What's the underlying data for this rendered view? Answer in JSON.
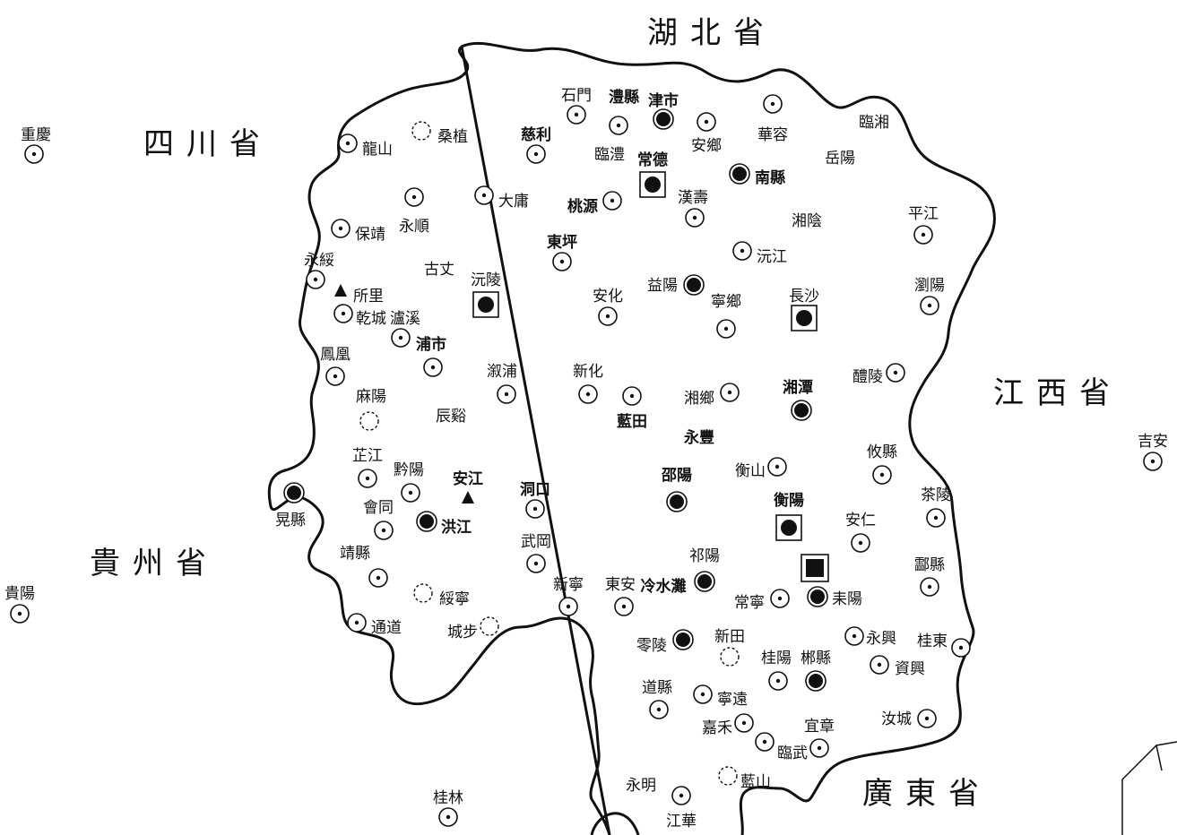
{
  "provinces": [
    {
      "id": "hubei",
      "name": "湖北省"
    },
    {
      "id": "sichuan",
      "name": "四川省"
    },
    {
      "id": "jiangxi",
      "name": "江西省"
    },
    {
      "id": "guizhou",
      "name": "貴州省"
    },
    {
      "id": "guangdong",
      "name": "廣東省"
    }
  ],
  "outside_places": [
    {
      "id": "chongqing",
      "name": "重慶",
      "symbol": "dot"
    },
    {
      "id": "guiyang",
      "name": "貴陽",
      "symbol": "dot"
    },
    {
      "id": "jian",
      "name": "吉安",
      "symbol": "dot"
    },
    {
      "id": "guilin",
      "name": "桂林",
      "symbol": "dot"
    }
  ],
  "places": [
    {
      "id": "shimen",
      "name": "石門",
      "symbol": "dot"
    },
    {
      "id": "lixian",
      "name": "澧縣",
      "symbol": "dot"
    },
    {
      "id": "jinshi",
      "name": "津市",
      "symbol": "filled"
    },
    {
      "id": "cili",
      "name": "慈利",
      "symbol": "dot"
    },
    {
      "id": "linli",
      "name": "臨澧",
      "symbol": "none"
    },
    {
      "id": "changde",
      "name": "常德",
      "symbol": "square"
    },
    {
      "id": "anxiang",
      "name": "安鄉",
      "symbol": "dot"
    },
    {
      "id": "huarong",
      "name": "華容",
      "symbol": "dot"
    },
    {
      "id": "nanxian",
      "name": "南縣",
      "symbol": "filled"
    },
    {
      "id": "linxiang",
      "name": "臨湘",
      "symbol": "none"
    },
    {
      "id": "yueyang",
      "name": "岳陽",
      "symbol": "none"
    },
    {
      "id": "longshan",
      "name": "龍山",
      "symbol": "dot"
    },
    {
      "id": "sangzhi",
      "name": "桑植",
      "symbol": "dashed"
    },
    {
      "id": "dayong",
      "name": "大庸",
      "symbol": "dot"
    },
    {
      "id": "taoyuan",
      "name": "桃源",
      "symbol": "dot"
    },
    {
      "id": "hanshou",
      "name": "漢壽",
      "symbol": "dot"
    },
    {
      "id": "xiangyin",
      "name": "湘陰",
      "symbol": "none"
    },
    {
      "id": "pingjiang",
      "name": "平江",
      "symbol": "dot"
    },
    {
      "id": "baojing",
      "name": "保靖",
      "symbol": "dot"
    },
    {
      "id": "yongshun",
      "name": "永順",
      "symbol": "dot"
    },
    {
      "id": "yuanjiang",
      "name": "沅江",
      "symbol": "dot"
    },
    {
      "id": "yongsui",
      "name": "永綏",
      "symbol": "dot"
    },
    {
      "id": "guzhang",
      "name": "古丈",
      "symbol": "none"
    },
    {
      "id": "dongping",
      "name": "東坪",
      "symbol": "dot"
    },
    {
      "id": "suoli",
      "name": "所里",
      "symbol": "triangle"
    },
    {
      "id": "yuanling",
      "name": "沅陵",
      "symbol": "square"
    },
    {
      "id": "anhua",
      "name": "安化",
      "symbol": "dot"
    },
    {
      "id": "yiyang",
      "name": "益陽",
      "symbol": "filled"
    },
    {
      "id": "ningxiang",
      "name": "寧鄉",
      "symbol": "dot"
    },
    {
      "id": "changsha",
      "name": "長沙",
      "symbol": "square"
    },
    {
      "id": "liuyang",
      "name": "瀏陽",
      "symbol": "dot"
    },
    {
      "id": "qiancheng",
      "name": "乾城",
      "symbol": "dot"
    },
    {
      "id": "luxi",
      "name": "瀘溪",
      "symbol": "none"
    },
    {
      "id": "pushi",
      "name": "浦市",
      "symbol": "dot"
    },
    {
      "id": "fenghuang",
      "name": "鳳凰",
      "symbol": "dot"
    },
    {
      "id": "xupu",
      "name": "溆浦",
      "symbol": "dot"
    },
    {
      "id": "xinhua",
      "name": "新化",
      "symbol": "dot"
    },
    {
      "id": "liling",
      "name": "醴陵",
      "symbol": "dot"
    },
    {
      "id": "mayang",
      "name": "麻陽",
      "symbol": "dashed"
    },
    {
      "id": "chenxi",
      "name": "辰谿",
      "symbol": "dot"
    },
    {
      "id": "lantian",
      "name": "藍田",
      "symbol": "dot"
    },
    {
      "id": "xiangxiang",
      "name": "湘鄉",
      "symbol": "dot"
    },
    {
      "id": "xiangtan",
      "name": "湘潭",
      "symbol": "filled"
    },
    {
      "id": "yongfeng",
      "name": "永豐",
      "symbol": "none"
    },
    {
      "id": "zhijiang",
      "name": "芷江",
      "symbol": "dot"
    },
    {
      "id": "qianyang",
      "name": "黔陽",
      "symbol": "dot"
    },
    {
      "id": "anjiang",
      "name": "安江",
      "symbol": "triangle"
    },
    {
      "id": "dongkou",
      "name": "洞口",
      "symbol": "dot"
    },
    {
      "id": "shaoyang",
      "name": "邵陽",
      "symbol": "filled"
    },
    {
      "id": "hengshan",
      "name": "衡山",
      "symbol": "dot"
    },
    {
      "id": "youxian",
      "name": "攸縣",
      "symbol": "dot"
    },
    {
      "id": "chaling",
      "name": "茶陵",
      "symbol": "dot"
    },
    {
      "id": "huangxian",
      "name": "晃縣",
      "symbol": "filled"
    },
    {
      "id": "huitong",
      "name": "會同",
      "symbol": "dot"
    },
    {
      "id": "hongjiang",
      "name": "洪江",
      "symbol": "filled"
    },
    {
      "id": "hengyang",
      "name": "衡陽",
      "symbol": "square"
    },
    {
      "id": "anren",
      "name": "安仁",
      "symbol": "dot"
    },
    {
      "id": "wugang",
      "name": "武岡",
      "symbol": "dot"
    },
    {
      "id": "qiyang",
      "name": "祁陽",
      "symbol": "none"
    },
    {
      "id": "lingxian",
      "name": "酃縣",
      "symbol": "dot"
    },
    {
      "id": "jingxian",
      "name": "靖縣",
      "symbol": "dot"
    },
    {
      "id": "suining",
      "name": "綏寧",
      "symbol": "dashed"
    },
    {
      "id": "xinning",
      "name": "新寧",
      "symbol": "dot"
    },
    {
      "id": "dongan",
      "name": "東安",
      "symbol": "dot"
    },
    {
      "id": "lengshuitan",
      "name": "冷水灘",
      "symbol": "filled"
    },
    {
      "id": "changning",
      "name": "常寧",
      "symbol": "dot"
    },
    {
      "id": "leiyang",
      "name": "耒陽",
      "symbol": "filled"
    },
    {
      "id": "tongdao",
      "name": "通道",
      "symbol": "dot"
    },
    {
      "id": "chengbu",
      "name": "城步",
      "symbol": "dashed"
    },
    {
      "id": "lingling",
      "name": "零陵",
      "symbol": "filled"
    },
    {
      "id": "xintian",
      "name": "新田",
      "symbol": "dashed"
    },
    {
      "id": "yongxing",
      "name": "永興",
      "symbol": "dot"
    },
    {
      "id": "guidong",
      "name": "桂東",
      "symbol": "dot"
    },
    {
      "id": "guiyang_hn",
      "name": "桂陽",
      "symbol": "dot"
    },
    {
      "id": "chenxian",
      "name": "郴縣",
      "symbol": "filled"
    },
    {
      "id": "zixing",
      "name": "資興",
      "symbol": "dot"
    },
    {
      "id": "daoxian",
      "name": "道縣",
      "symbol": "dot"
    },
    {
      "id": "ningyuan",
      "name": "寧遠",
      "symbol": "dot"
    },
    {
      "id": "jiahe",
      "name": "嘉禾",
      "symbol": "dot"
    },
    {
      "id": "yizhang",
      "name": "宜章",
      "symbol": "dot"
    },
    {
      "id": "rucheng",
      "name": "汝城",
      "symbol": "dot"
    },
    {
      "id": "linwu",
      "name": "臨武",
      "symbol": "dot"
    },
    {
      "id": "yongming",
      "name": "永明",
      "symbol": "none"
    },
    {
      "id": "jianghua",
      "name": "江華",
      "symbol": "dot"
    },
    {
      "id": "lanshan",
      "name": "藍山",
      "symbol": "dashed"
    }
  ]
}
